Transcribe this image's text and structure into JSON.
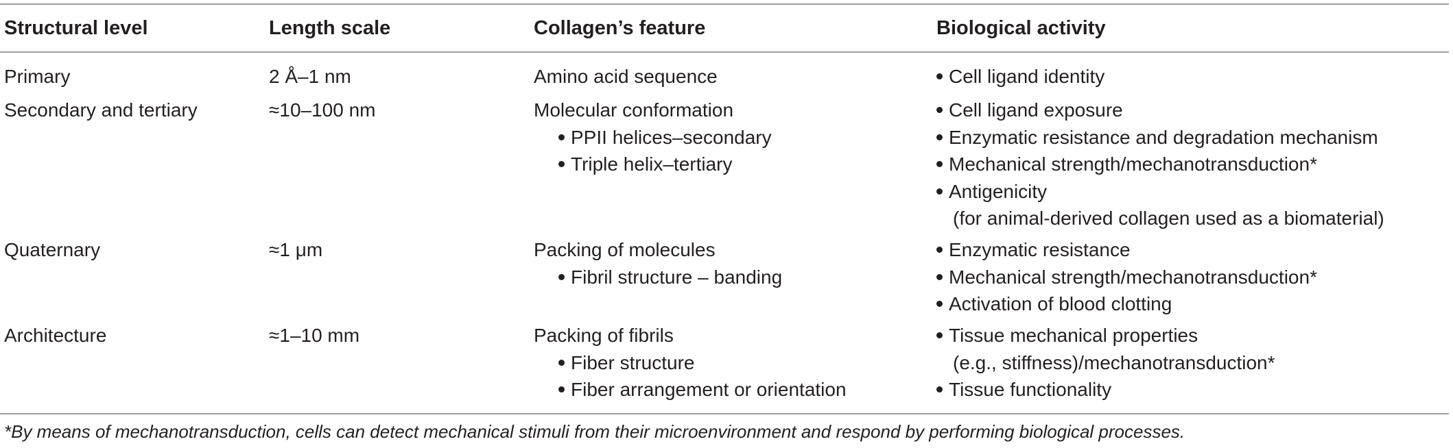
{
  "headers": [
    "Structural level",
    "Length scale",
    "Collagen’s feature",
    "Biological activity"
  ],
  "rows": [
    {
      "level": "Primary",
      "scale": "2 Å–1 nm",
      "feature_title": "Amino acid sequence",
      "feature_items": [],
      "activities": [
        "Cell ligand identity"
      ]
    },
    {
      "level": "Secondary and tertiary",
      "scale": "≈10–100 nm",
      "feature_title": "Molecular conformation",
      "feature_items": [
        "PPII helices–secondary",
        "Triple helix–tertiary"
      ],
      "activities": [
        "Cell ligand exposure",
        "Enzymatic resistance and degradation mechanism",
        "Mechanical strength/mechanotransduction*",
        "Antigenicity",
        "(for animal-derived collagen used as a biomaterial)"
      ]
    },
    {
      "level": "Quaternary",
      "scale": "≈1 μm",
      "feature_title": "Packing of molecules",
      "feature_items": [
        "Fibril structure – banding"
      ],
      "activities": [
        "Enzymatic resistance",
        "Mechanical strength/mechanotransduction*",
        "Activation of blood clotting"
      ]
    },
    {
      "level": "Architecture",
      "scale": "≈1–10 mm",
      "feature_title": "Packing of fibrils",
      "feature_items": [
        "Fiber structure",
        "Fiber arrangement or orientation"
      ],
      "activities": [
        "Tissue mechanical properties",
        "(e.g., stiffness)/mechanotransduction*",
        "Tissue functionality"
      ]
    }
  ],
  "footnote": "*By means of mechanotransduction, cells can detect mechanical stimuli from their microenvironment and respond by performing biological processes."
}
